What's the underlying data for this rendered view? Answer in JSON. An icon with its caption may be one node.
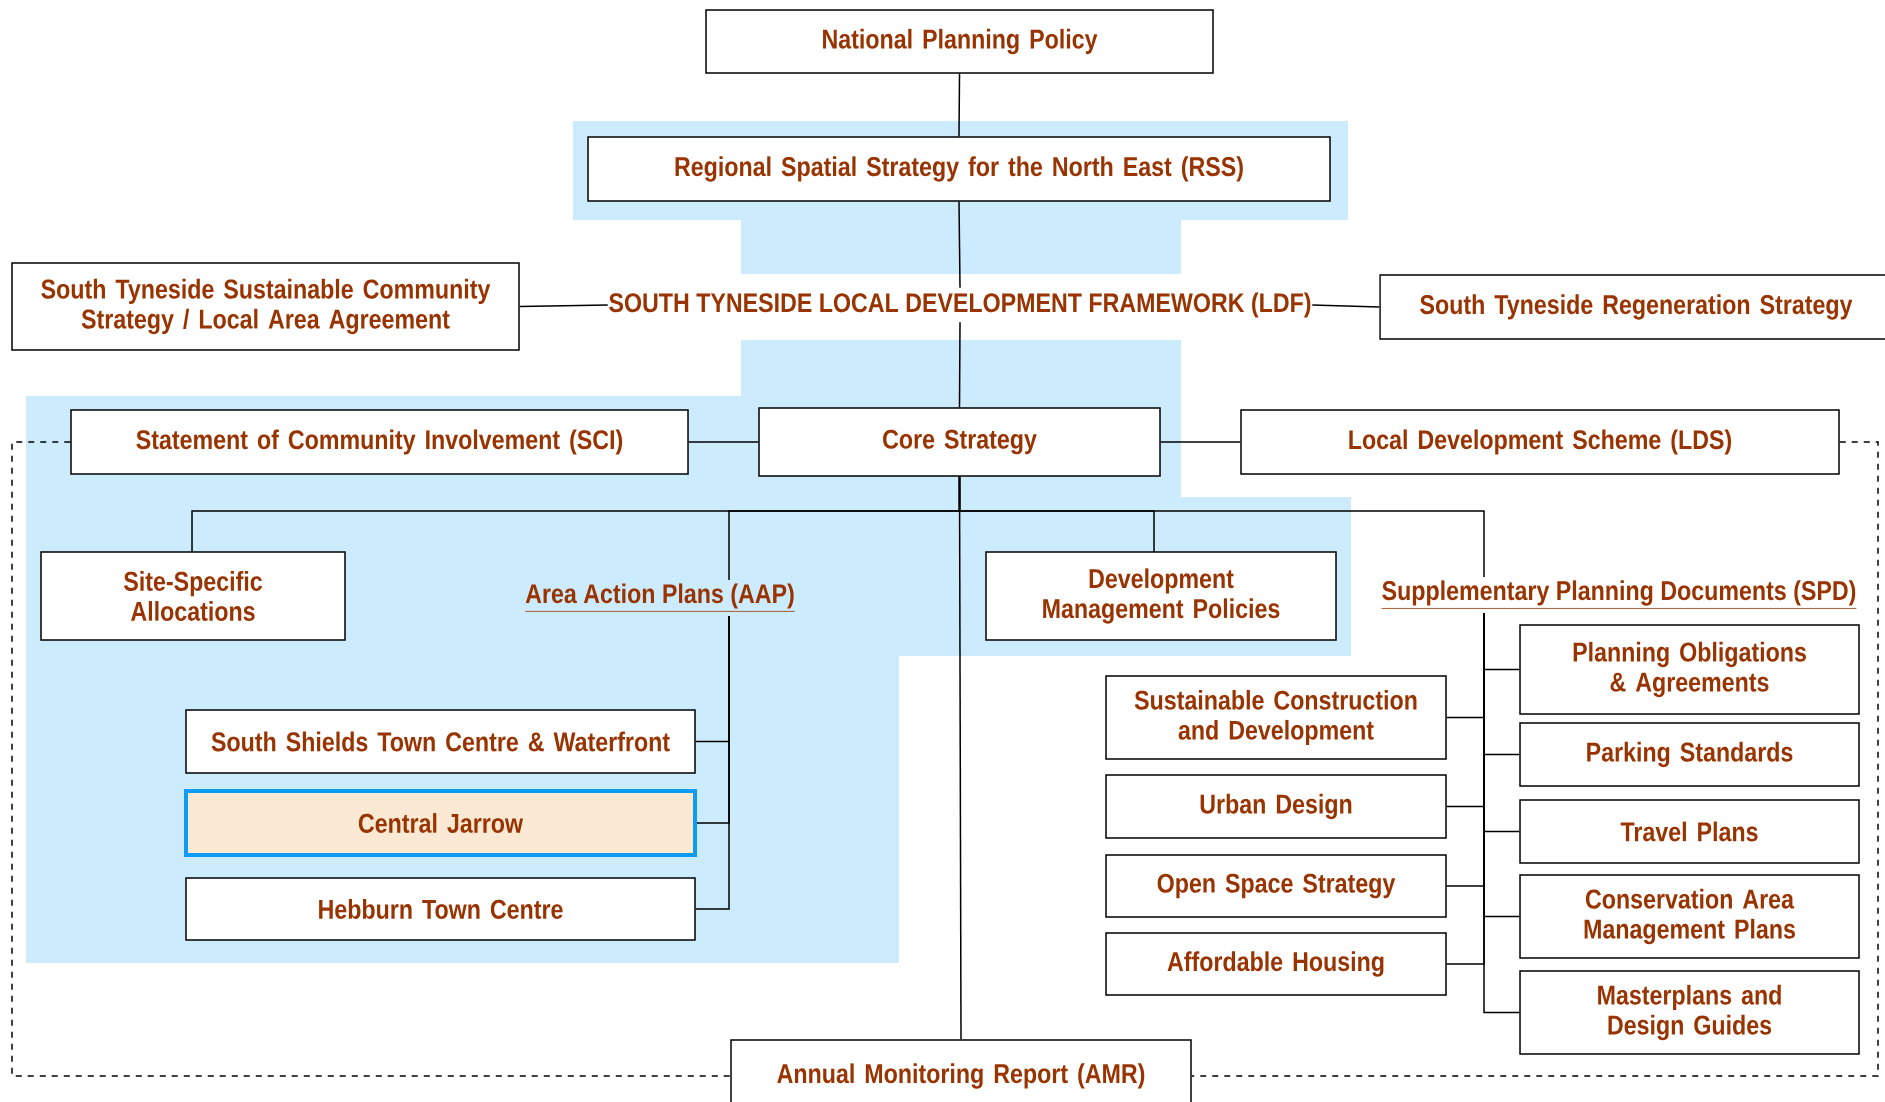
{
  "diagram": {
    "nodes": [
      {
        "text": [
          "National Planning Policy"
        ]
      },
      {
        "text": [
          "Regional Spatial Strategy for the North East (RSS)"
        ]
      },
      {
        "text": [
          "South Tyneside Sustainable Community Strategy / Local Area Agreement"
        ]
      },
      {
        "text": [
          "SOUTH TYNESIDE LOCAL DEVELOPMENT FRAMEWORK (LDF)"
        ]
      },
      {
        "text": [
          "South Tyneside Regeneration Strategy"
        ]
      },
      {
        "text": [
          "Statement of Community Involvement (SCI)"
        ]
      },
      {
        "text": [
          "Core Strategy"
        ]
      },
      {
        "text": [
          "Local Development Scheme (LDS)"
        ]
      },
      {
        "text": [
          "Site-Specific Allocations"
        ]
      },
      {
        "text": [
          "Area Action Plans (AAP)"
        ]
      },
      {
        "text": [
          "Development Management Policies"
        ]
      },
      {
        "text": [
          "Supplementary Planning Documents (SPD)"
        ]
      },
      {
        "text": [
          "South Shields Town Centre & Waterfront"
        ]
      },
      {
        "text": [
          "Central Jarrow"
        ]
      },
      {
        "text": [
          "Hebburn Town Centre"
        ]
      },
      {
        "text": [
          "Sustainable Construction and Development"
        ]
      },
      {
        "text": [
          "Urban Design"
        ]
      },
      {
        "text": [
          "Open Space Strategy"
        ]
      },
      {
        "text": [
          "Affordable Housing"
        ]
      },
      {
        "text": [
          "Planning Obligations & Agreements"
        ]
      },
      {
        "text": [
          "Parking Standards"
        ]
      },
      {
        "text": [
          "Travel Plans"
        ]
      },
      {
        "text": [
          "Conservation Area Management Plans"
        ]
      },
      {
        "text": [
          "Masterplans and Design Guides"
        ]
      },
      {
        "text": [
          "Annual Monitoring Report (AMR)"
        ]
      }
    ],
    "edges": [
      {
        "from": 0,
        "to": 1,
        "arrow": "none"
      },
      {
        "from": 1,
        "to": 3,
        "arrow": "none"
      },
      {
        "from": 2,
        "to": 3,
        "arrow": "none"
      },
      {
        "from": 3,
        "to": 4,
        "arrow": "none"
      },
      {
        "from": 3,
        "to": 6,
        "arrow": "none"
      },
      {
        "from": 5,
        "to": 6,
        "arrow": "none"
      },
      {
        "from": 6,
        "to": 7,
        "arrow": "none"
      },
      {
        "from": 6,
        "to": 8,
        "arrow": "none"
      },
      {
        "from": 6,
        "to": 9,
        "arrow": "none"
      },
      {
        "from": 6,
        "to": 10,
        "arrow": "none"
      },
      {
        "from": 6,
        "to": 11,
        "arrow": "none"
      },
      {
        "from": 6,
        "to": 24,
        "arrow": "none"
      },
      {
        "from": 9,
        "to": 12,
        "arrow": "none"
      },
      {
        "from": 9,
        "to": 13,
        "arrow": "none"
      },
      {
        "from": 9,
        "to": 14,
        "arrow": "none"
      },
      {
        "from": 11,
        "to": 15,
        "arrow": "none"
      },
      {
        "from": 11,
        "to": 16,
        "arrow": "none"
      },
      {
        "from": 11,
        "to": 17,
        "arrow": "none"
      },
      {
        "from": 11,
        "to": 18,
        "arrow": "none"
      },
      {
        "from": 11,
        "to": 19,
        "arrow": "none"
      },
      {
        "from": 11,
        "to": 20,
        "arrow": "none"
      },
      {
        "from": 11,
        "to": 21,
        "arrow": "none"
      },
      {
        "from": 11,
        "to": 22,
        "arrow": "none"
      },
      {
        "from": 11,
        "to": 23,
        "arrow": "none"
      },
      {
        "from": 5,
        "to": 24,
        "arrow": "none",
        "style": "dashed"
      },
      {
        "from": 7,
        "to": 24,
        "arrow": "none",
        "style": "dashed"
      }
    ]
  }
}
